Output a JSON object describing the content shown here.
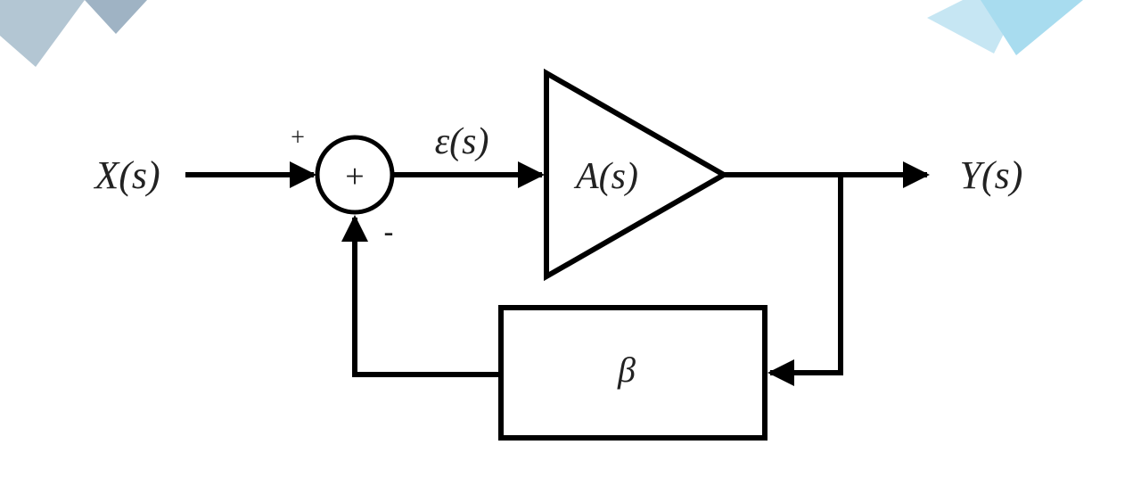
{
  "colors": {
    "background": "#ffffff",
    "stroke": "#000000",
    "text": "#222222",
    "corner_decoration_left": "#9fb6c6",
    "corner_decoration_right": "#a8dcef"
  },
  "diagram": {
    "input_label": "X(s)",
    "summing_junction_symbol": "+",
    "plus_input_sign": "+",
    "minus_feedback_sign": "-",
    "error_label": "ε(s)",
    "amplifier_label": "A(s)",
    "output_label": "Y(s)",
    "feedback_label": "β"
  }
}
